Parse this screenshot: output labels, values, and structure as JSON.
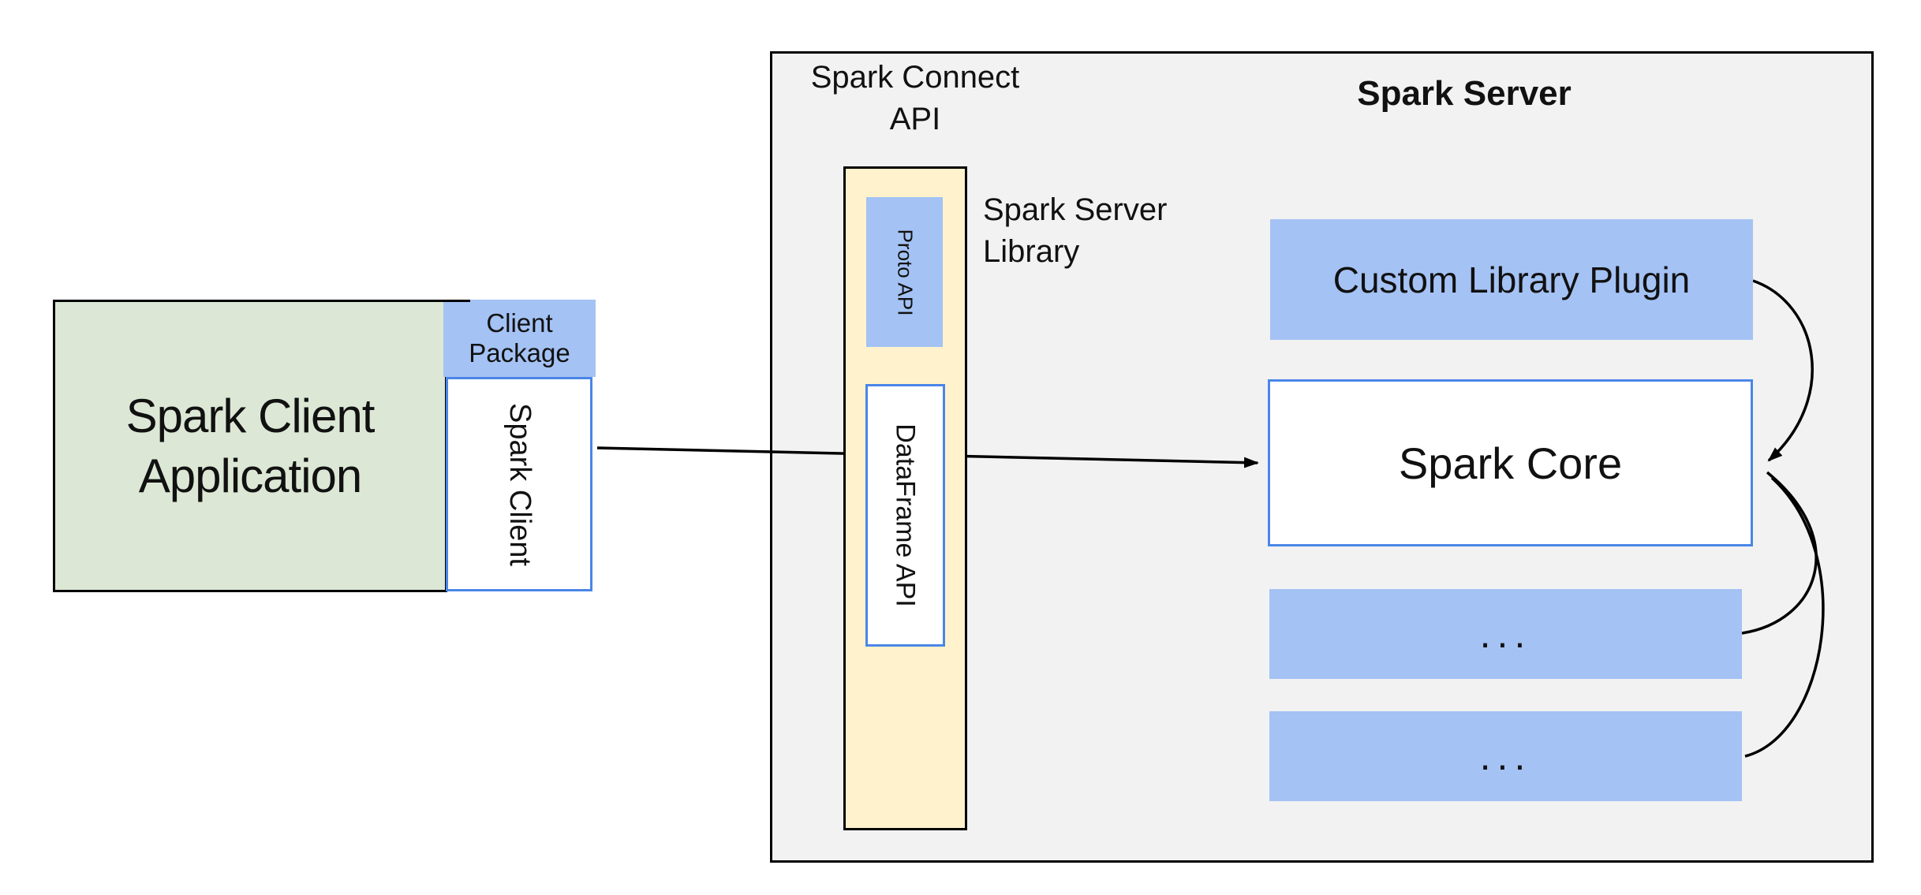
{
  "labels": {
    "spark_client_application": "Spark Client Application",
    "client_package": "Client Package",
    "spark_client": "Spark Client",
    "spark_connect_api": "Spark Connect API",
    "spark_server": "Spark Server",
    "spark_server_library": "Spark Server Library",
    "proto_api": "Proto API",
    "dataframe_api": "DataFrame API",
    "custom_library_plugin": "Custom Library Plugin",
    "spark_core": "Spark Core",
    "more_plugins_1": "...",
    "more_plugins_2": "..."
  },
  "colors": {
    "green_fill": "#dce8d5",
    "blue_fill": "#a4c2f4",
    "yellow_fill": "#fff2cc",
    "gray_fill": "#f2f2f2",
    "blue_border": "#4a86e8",
    "line": "#000000"
  },
  "edges": [
    {
      "from": "Spark Client",
      "to": "Spark Core",
      "style": "straight arrow"
    },
    {
      "from": "Custom Library Plugin",
      "to": "Spark Core",
      "style": "curved arrow"
    },
    {
      "from": "plugin ellipsis 1",
      "to": "Spark Core",
      "style": "curved line"
    },
    {
      "from": "plugin ellipsis 2",
      "to": "Spark Core",
      "style": "curved line"
    }
  ]
}
